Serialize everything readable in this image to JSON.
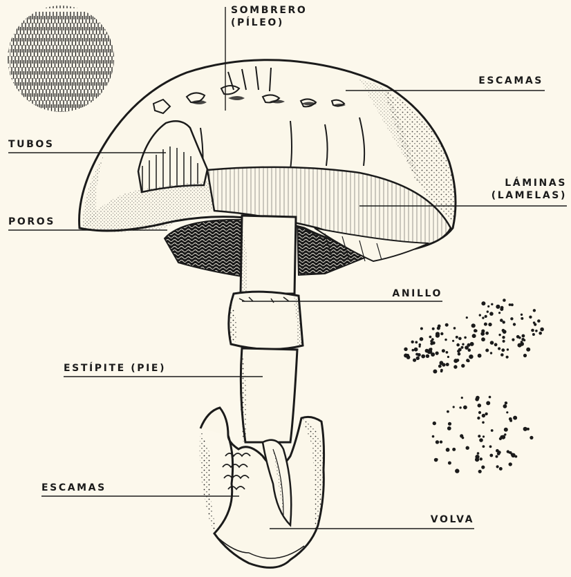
{
  "labels": {
    "sombrero_line1": "SOMBRERO",
    "sombrero_line2": "(PÍLEO)",
    "escamas_top": "ESCAMAS",
    "tubos": "TUBOS",
    "laminas_line1": "LÁMINAS",
    "laminas_line2": "(LAMELAS)",
    "poros": "POROS",
    "anillo": "ANILLO",
    "estipite": "ESTÍPITE (PIE)",
    "escamas_bottom": "ESCAMAS",
    "volva": "VOLVA"
  },
  "colors": {
    "background": "#fcf8ec",
    "ink": "#1b1b1b",
    "paper": "#fbf7ea"
  }
}
